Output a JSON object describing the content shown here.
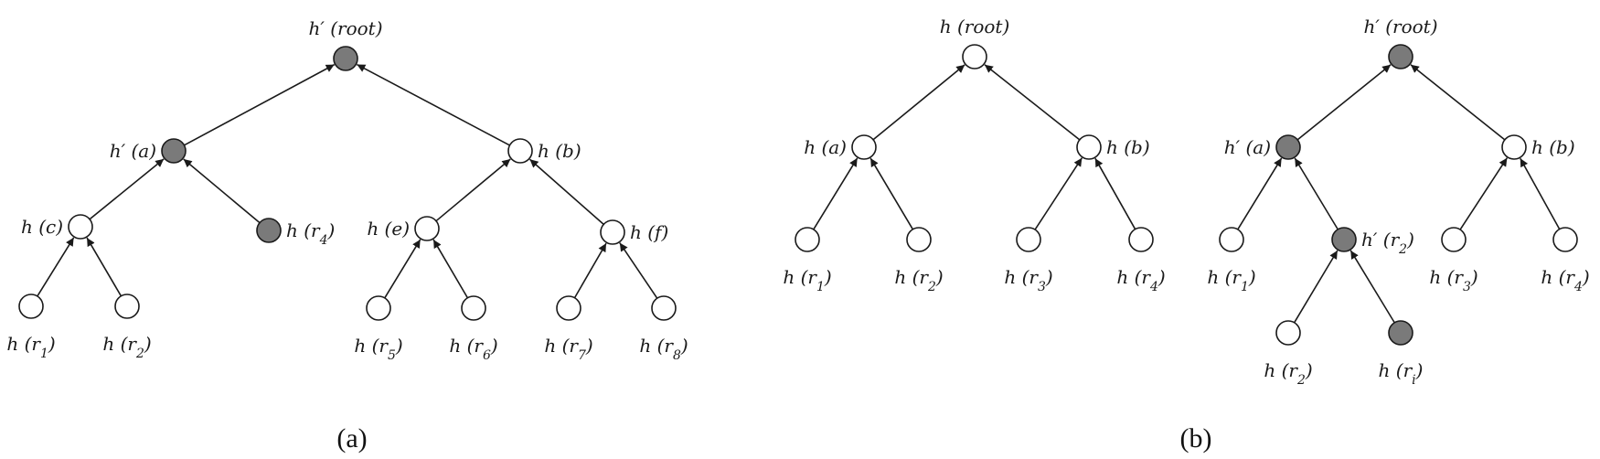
{
  "colors": {
    "filled": "#7a7a7a",
    "empty": "#ffffff",
    "stroke": "#1a1a1a"
  },
  "diagrams": [
    {
      "caption": "(a)",
      "nodes": [
        {
          "id": "a_root",
          "fn": "h′",
          "arg": "root",
          "filled": true
        },
        {
          "id": "a_a",
          "fn": "h′",
          "arg": "a",
          "filled": true
        },
        {
          "id": "a_b",
          "fn": "h",
          "arg": "b",
          "filled": false
        },
        {
          "id": "a_c",
          "fn": "h",
          "arg": "c",
          "filled": false
        },
        {
          "id": "a_r4",
          "fn": "h",
          "arg": "r",
          "sub": "4",
          "filled": true
        },
        {
          "id": "a_e",
          "fn": "h",
          "arg": "e",
          "filled": false
        },
        {
          "id": "a_f",
          "fn": "h",
          "arg": "f",
          "filled": false
        },
        {
          "id": "a_r1",
          "fn": "h",
          "arg": "r",
          "sub": "1",
          "filled": false
        },
        {
          "id": "a_r2",
          "fn": "h",
          "arg": "r",
          "sub": "2",
          "filled": false
        },
        {
          "id": "a_r5",
          "fn": "h",
          "arg": "r",
          "sub": "5",
          "filled": false
        },
        {
          "id": "a_r6",
          "fn": "h",
          "arg": "r",
          "sub": "6",
          "filled": false
        },
        {
          "id": "a_r7",
          "fn": "h",
          "arg": "r",
          "sub": "7",
          "filled": false
        },
        {
          "id": "a_r8",
          "fn": "h",
          "arg": "r",
          "sub": "8",
          "filled": false
        }
      ],
      "edges": [
        [
          "a_a",
          "a_root"
        ],
        [
          "a_b",
          "a_root"
        ],
        [
          "a_c",
          "a_a"
        ],
        [
          "a_r4",
          "a_a"
        ],
        [
          "a_e",
          "a_b"
        ],
        [
          "a_f",
          "a_b"
        ],
        [
          "a_r1",
          "a_c"
        ],
        [
          "a_r2",
          "a_c"
        ],
        [
          "a_r5",
          "a_e"
        ],
        [
          "a_r6",
          "a_e"
        ],
        [
          "a_r7",
          "a_f"
        ],
        [
          "a_r8",
          "a_f"
        ]
      ]
    },
    {
      "caption": "(b)",
      "nodes": [
        {
          "id": "b1_root",
          "fn": "h",
          "arg": "root",
          "filled": false
        },
        {
          "id": "b1_a",
          "fn": "h",
          "arg": "a",
          "filled": false
        },
        {
          "id": "b1_b",
          "fn": "h",
          "arg": "b",
          "filled": false
        },
        {
          "id": "b1_r1",
          "fn": "h",
          "arg": "r",
          "sub": "1",
          "filled": false
        },
        {
          "id": "b1_r2",
          "fn": "h",
          "arg": "r",
          "sub": "2",
          "filled": false
        },
        {
          "id": "b1_r3",
          "fn": "h",
          "arg": "r",
          "sub": "3",
          "filled": false
        },
        {
          "id": "b1_r4",
          "fn": "h",
          "arg": "r",
          "sub": "4",
          "filled": false
        },
        {
          "id": "b2_root",
          "fn": "h′",
          "arg": "root",
          "filled": true
        },
        {
          "id": "b2_a",
          "fn": "h′",
          "arg": "a",
          "filled": true
        },
        {
          "id": "b2_b",
          "fn": "h",
          "arg": "b",
          "filled": false
        },
        {
          "id": "b2_r1",
          "fn": "h",
          "arg": "r",
          "sub": "1",
          "filled": false
        },
        {
          "id": "b2_r2p",
          "fn": "h′",
          "arg": "r",
          "sub": "2",
          "filled": true
        },
        {
          "id": "b2_r3",
          "fn": "h",
          "arg": "r",
          "sub": "3",
          "filled": false
        },
        {
          "id": "b2_r4",
          "fn": "h",
          "arg": "r",
          "sub": "4",
          "filled": false
        },
        {
          "id": "b2_r2",
          "fn": "h",
          "arg": "r",
          "sub": "2",
          "filled": false
        },
        {
          "id": "b2_ri",
          "fn": "h",
          "arg": "r",
          "sub": "i",
          "filled": true
        }
      ],
      "edges": [
        [
          "b1_a",
          "b1_root"
        ],
        [
          "b1_b",
          "b1_root"
        ],
        [
          "b1_r1",
          "b1_a"
        ],
        [
          "b1_r2",
          "b1_a"
        ],
        [
          "b1_r3",
          "b1_b"
        ],
        [
          "b1_r4",
          "b1_b"
        ],
        [
          "b2_a",
          "b2_root"
        ],
        [
          "b2_b",
          "b2_root"
        ],
        [
          "b2_r1",
          "b2_a"
        ],
        [
          "b2_r2p",
          "b2_a"
        ],
        [
          "b2_r3",
          "b2_b"
        ],
        [
          "b2_r4",
          "b2_b"
        ],
        [
          "b2_r2",
          "b2_r2p"
        ],
        [
          "b2_ri",
          "b2_r2p"
        ]
      ]
    }
  ]
}
